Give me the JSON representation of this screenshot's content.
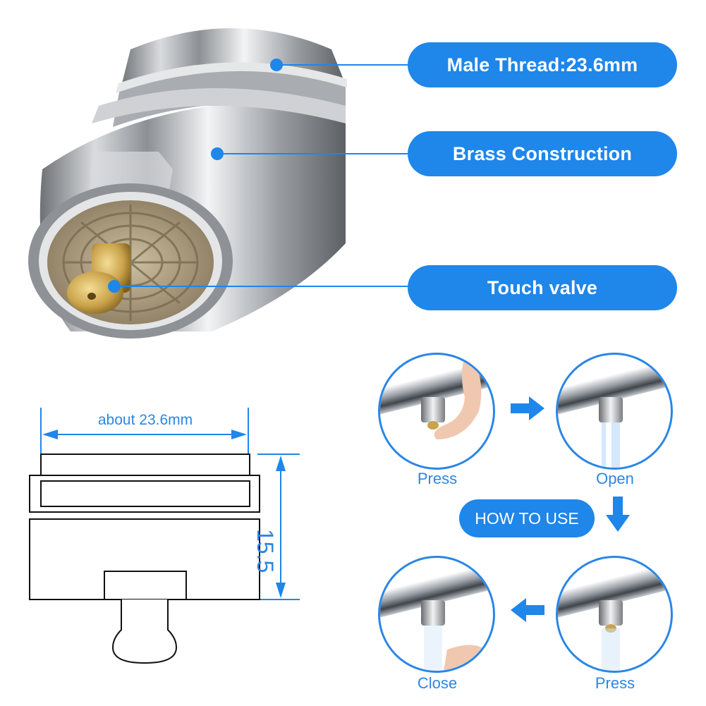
{
  "callouts": {
    "thread": "Male Thread:23.6mm",
    "construction": "Brass Construction",
    "valve": "Touch valve"
  },
  "diagram": {
    "width_label": "about 23.6mm",
    "height_label": "15.5"
  },
  "how_to_use": {
    "title": "HOW TO USE",
    "steps": [
      "Press",
      "Open",
      "Press",
      "Close"
    ]
  },
  "colors": {
    "accent": "#1f86ea",
    "chrome": "#b9bcc0",
    "brass": "#c9a24a"
  }
}
